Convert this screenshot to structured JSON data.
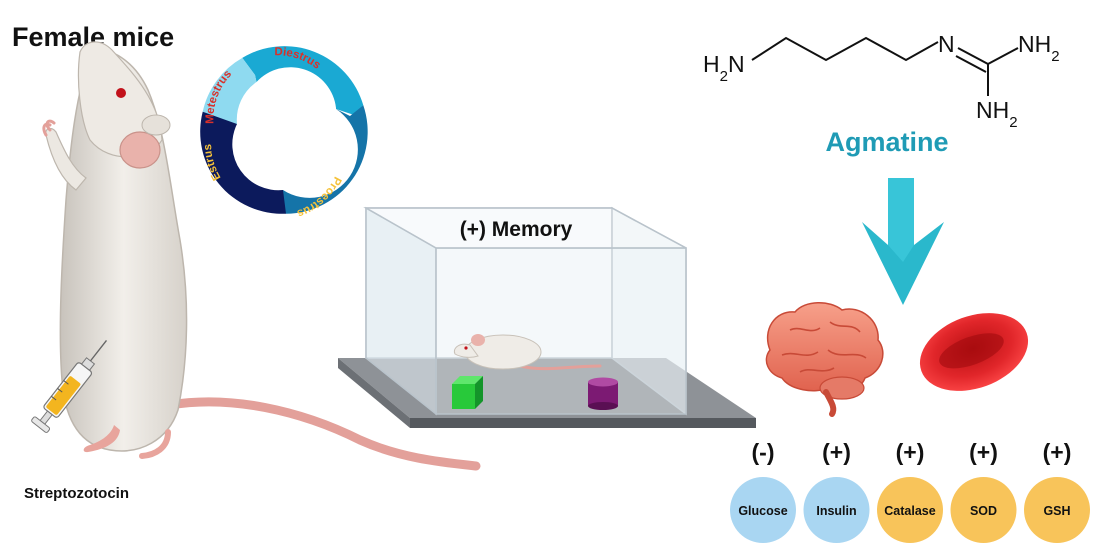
{
  "title": "Female mice",
  "injection_label": "Streptozotocin",
  "estrous_cycle": {
    "phases": [
      {
        "label": "Diestrus",
        "color": "#1aa9d3",
        "text_color": "#d8312b"
      },
      {
        "label": "Proestrus",
        "color": "#1574a8",
        "text_color": "#f5c23a"
      },
      {
        "label": "Estrus",
        "color": "#0c1a5c",
        "text_color": "#f5c23a"
      },
      {
        "label": "Metestrus",
        "color": "#8fdaf0",
        "text_color": "#d8312b"
      }
    ]
  },
  "arena_label": "(+) Memory",
  "molecule": {
    "name": "Agmatine",
    "name_color": "#1f9bb5",
    "groups": {
      "left": "H2N",
      "right_top": "NH2",
      "bottom": "NH2",
      "imine": "N"
    }
  },
  "arrow_color": "#2ab8cc",
  "markers": [
    {
      "sign": "(-)",
      "label": "Glucose",
      "color": "#a9d6f2"
    },
    {
      "sign": "(+)",
      "label": "Insulin",
      "color": "#a9d6f2"
    },
    {
      "sign": "(+)",
      "label": "Catalase",
      "color": "#f8c45a"
    },
    {
      "sign": "(+)",
      "label": "SOD",
      "color": "#f8c45a"
    },
    {
      "sign": "(+)",
      "label": "GSH",
      "color": "#f8c45a"
    }
  ]
}
